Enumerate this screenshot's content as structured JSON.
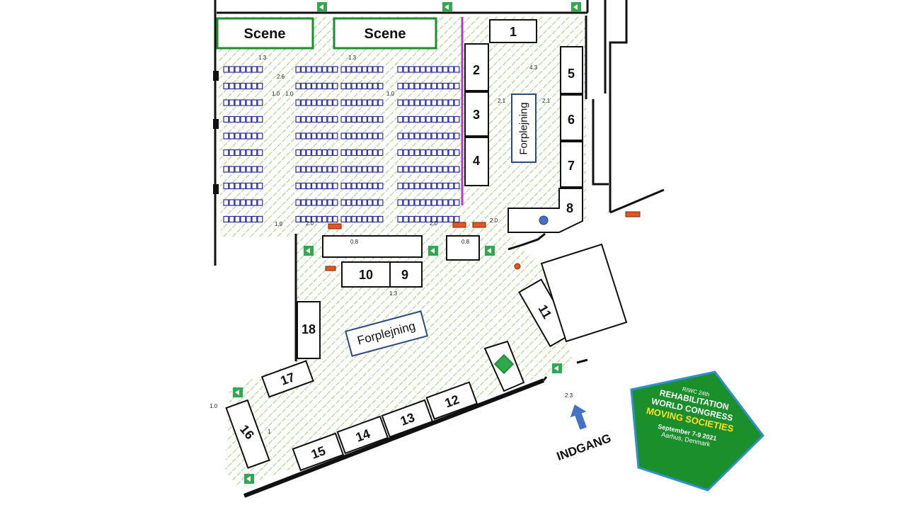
{
  "scenes": [
    {
      "id": "scene-left",
      "label": "Scene"
    },
    {
      "id": "scene-right",
      "label": "Scene"
    }
  ],
  "booths": [
    {
      "id": "1",
      "label": "1"
    },
    {
      "id": "2",
      "label": "2"
    },
    {
      "id": "3",
      "label": "3"
    },
    {
      "id": "4",
      "label": "4"
    },
    {
      "id": "5",
      "label": "5"
    },
    {
      "id": "6",
      "label": "6"
    },
    {
      "id": "7",
      "label": "7"
    },
    {
      "id": "8",
      "label": "8"
    },
    {
      "id": "9",
      "label": "9"
    },
    {
      "id": "10",
      "label": "10"
    },
    {
      "id": "11",
      "label": "11"
    },
    {
      "id": "12",
      "label": "12"
    },
    {
      "id": "13",
      "label": "13"
    },
    {
      "id": "14",
      "label": "14"
    },
    {
      "id": "15",
      "label": "15"
    },
    {
      "id": "16",
      "label": "16"
    },
    {
      "id": "17",
      "label": "17"
    },
    {
      "id": "18",
      "label": "18"
    }
  ],
  "catering": [
    {
      "id": "catering-upper",
      "label": "Forplejning"
    },
    {
      "id": "catering-lower",
      "label": "Forplejning"
    }
  ],
  "entrance": {
    "label": "INDGANG",
    "arrow_color": "#4472c4"
  },
  "dimensions": [
    "1.3",
    "1.3",
    "2.6",
    "1.0",
    "1.0",
    "1.0",
    "4.3",
    "2.1",
    "2.1",
    "2.0",
    "2.0",
    "2.0",
    "1.9",
    "0.8",
    "0.8",
    "1.3",
    "1.0",
    "2.3",
    "1"
  ],
  "badge": {
    "line1": "RIWC 24th",
    "line2": "REHABILITATION",
    "line3": "WORLD CONGRESS",
    "line4": "MOVING SOCIETIES",
    "line5": "September 7-9 2021",
    "line6": "Aarhus, Denmark",
    "fill": "#1a8f2c",
    "outline": "#2f8fd1",
    "highlight": "#ffe21a"
  },
  "colors": {
    "floor_hatch": "#9fd27a",
    "wall": "#111111",
    "scene_border": "#1a8f2c",
    "seat": "#2c2c9a",
    "catering_border": "#2e4a7d",
    "divider": "#b43cbf"
  }
}
